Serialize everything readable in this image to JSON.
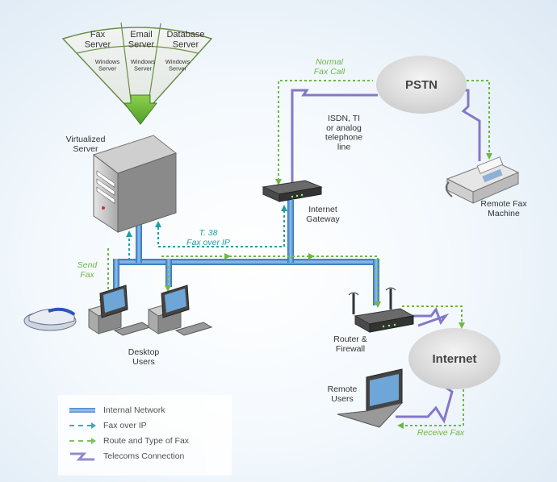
{
  "fan": {
    "services": [
      "Fax\nServer",
      "Email\nServer",
      "Database\nServer"
    ],
    "os": [
      "Windows\nServer",
      "Windows\nServer",
      "Windows\nServer"
    ]
  },
  "labels": {
    "virtualized_server": "Virtualized\nServer",
    "pstn": "PSTN",
    "normal_fax_call": "Normal\nFax Call",
    "isdn_line": "ISDN, TI\nor analog\ntelephone\nline",
    "internet_gateway": "Internet\nGateway",
    "remote_fax_machine": "Remote Fax\nMachine",
    "t38_fax": "T. 38\nFax over IP",
    "send_fax": "Send\nFax",
    "desktop_users": "Desktop\nUsers",
    "router_firewall": "Router &\nFirewall",
    "internet": "Internet",
    "remote_users": "Remote\nUsers",
    "receive_fax": "Receive Fax"
  },
  "legend": [
    {
      "type": "internal",
      "label": "Internal Network"
    },
    {
      "type": "foip",
      "label": "Fax over IP"
    },
    {
      "type": "route",
      "label": "Route and Type of Fax"
    },
    {
      "type": "telecom",
      "label": "Telecoms Connection"
    }
  ],
  "colors": {
    "internal_network": "#4a90d0",
    "fax_over_ip": "#1f9fa6",
    "route_fax": "#6cb845",
    "telecom": "#8478c6"
  }
}
